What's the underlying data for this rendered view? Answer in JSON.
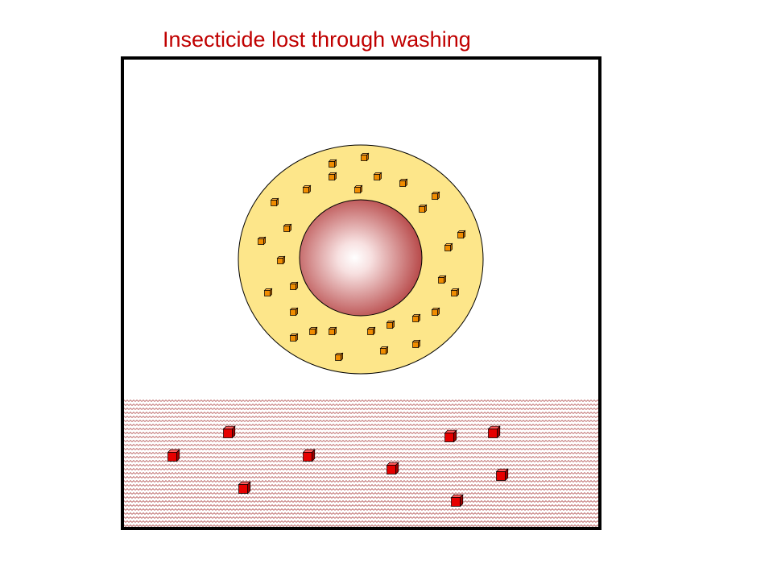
{
  "title": "Insecticide lost through washing",
  "colors": {
    "title": "#c00000",
    "frame": "#000000",
    "coating": "#fde68a",
    "core_dark": "#b84a4a",
    "core_light": "#ffffff",
    "water_wave": "#c07070",
    "particle_small": "#f08c00",
    "particle_large": "#e60000"
  },
  "icons": {
    "small_particle": "orange-cube",
    "washed_particle": "red-cube"
  }
}
